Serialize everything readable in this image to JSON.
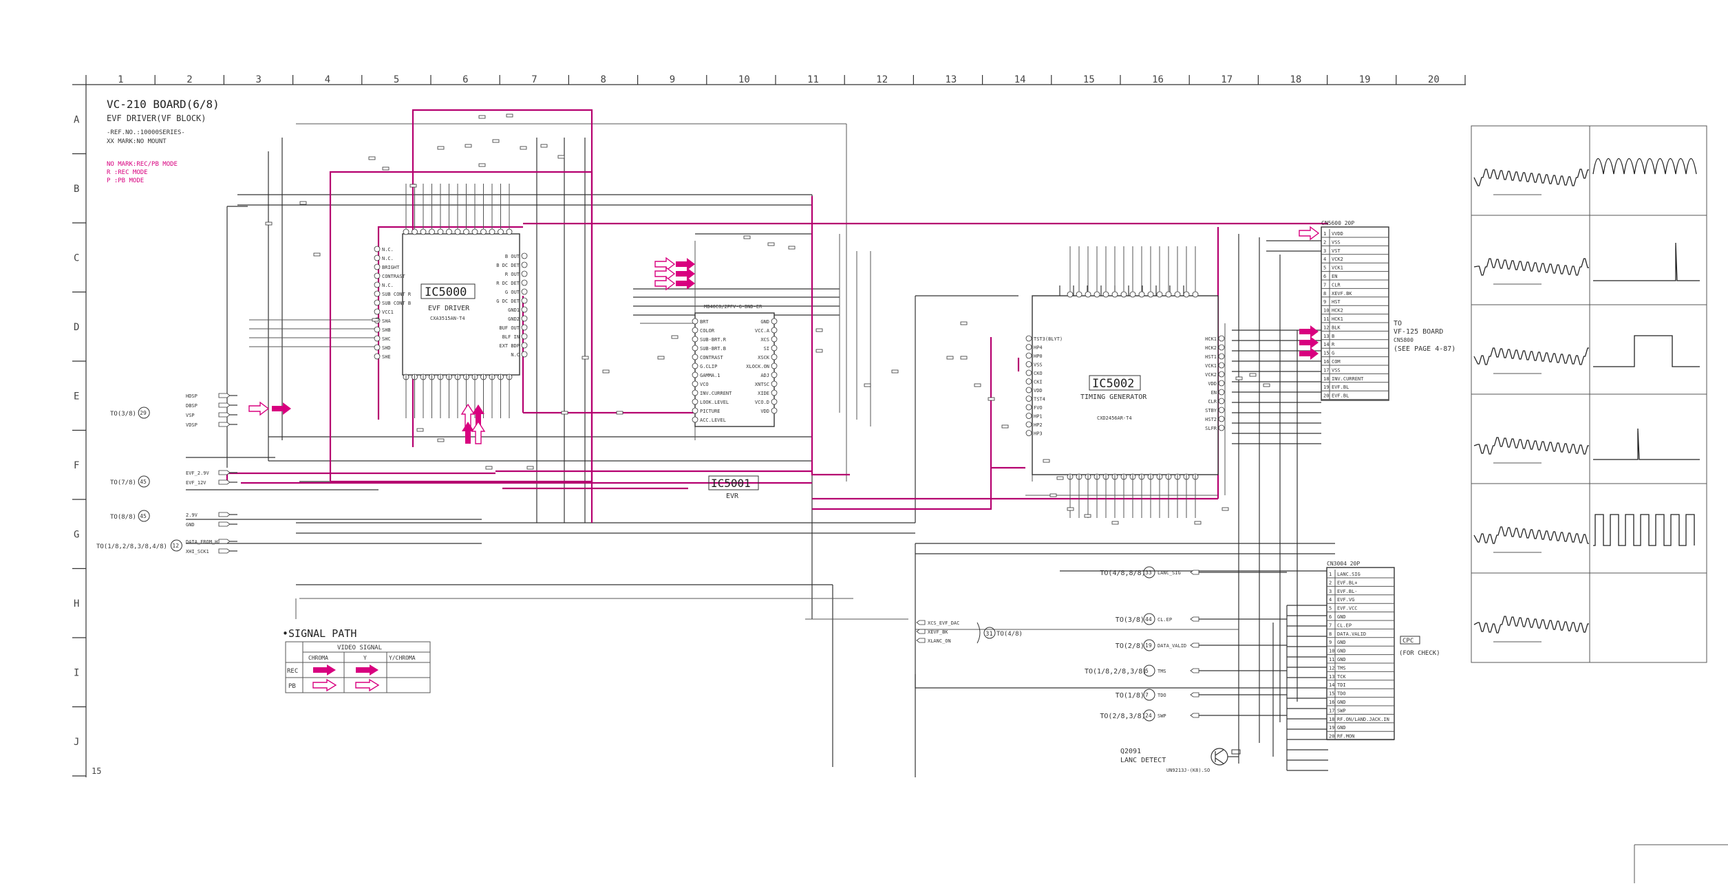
{
  "header": {
    "board_title": "VC-210 BOARD(6/8)",
    "subtitle": "EVF DRIVER(VF BLOCK)",
    "ref_no": "-REF.NO.:10000SERIES-",
    "xx_mark": "XX MARK:NO MOUNT",
    "mark_note_1": "NO MARK:REC/PB MODE",
    "mark_note_2": "R  :REC MODE",
    "mark_note_3": "P  :PB MODE"
  },
  "grid": {
    "columns": [
      "1",
      "2",
      "3",
      "4",
      "5",
      "6",
      "7",
      "8",
      "9",
      "10",
      "11",
      "12",
      "13",
      "14",
      "15",
      "16",
      "17",
      "18",
      "19",
      "20"
    ],
    "rows": [
      "A",
      "B",
      "C",
      "D",
      "E",
      "F",
      "G",
      "H",
      "I",
      "J"
    ]
  },
  "page_number": "15",
  "ics": {
    "ic5000": {
      "ref": "IC5000",
      "name": "EVF DRIVER",
      "part": "CXA3515AN-T4",
      "pins_left": [
        "N.C.",
        "N.C.",
        "BRIGHT",
        "CONTRAST",
        "N.C.",
        "SUB CONT R",
        "SUB CONT B",
        "VCC1",
        "SHA",
        "SHB",
        "SHC",
        "SHD",
        "SHE"
      ],
      "pins_right": [
        "B OUT",
        "B DC DET",
        "R OUT",
        "R DC DET",
        "G OUT",
        "G DC DET",
        "GND1",
        "GND2",
        "BUF OUT",
        "BLF IN",
        "EXT BDP",
        "N.C"
      ]
    },
    "ic5001": {
      "ref": "IC5001",
      "name": "EVR",
      "part": "MB40C0/2PFV-G-BND-ER",
      "pins_left": [
        "BRT",
        "COLOR",
        "SUB-BRT.R",
        "SUB-BRT.B",
        "CONTRAST",
        "G.CLIP",
        "GAMMA.1",
        "VCO",
        "INV.CURRENT",
        "LOOK.LEVEL",
        "PICTURE",
        "ACC.LEVEL"
      ],
      "pins_right": [
        "GND",
        "VCC.A",
        "XCS",
        "SI",
        "XSCK",
        "XLOCK.ON",
        "ADJ",
        "XNTSC",
        "XIDE",
        "VCO.D",
        "VDD"
      ]
    },
    "ic5002": {
      "ref": "IC5002",
      "name": "TIMING GENERATOR",
      "part": "CXD2456AR-T4",
      "pins_left": [
        "TST3(BLYT)",
        "HP4",
        "HP0",
        "VSS",
        "CKO",
        "CKI",
        "VDD",
        "TST4",
        "FVO",
        "HP1",
        "HP2",
        "HP3"
      ],
      "pins_right": [
        "HCK1",
        "HCK2",
        "HST1",
        "VCK1",
        "VCK2",
        "VDD",
        "EN",
        "CLR",
        "STBY",
        "HST2",
        "SLFR"
      ]
    }
  },
  "connectors": {
    "cn5600": {
      "ref": "CN5600 20P",
      "pins": [
        "VVDD",
        "VSS",
        "VST",
        "VCK2",
        "VCK1",
        "EN",
        "CLR",
        "XEVF.BK",
        "HST",
        "HCK2",
        "HCK1",
        "BLK",
        "B",
        "R",
        "G",
        "COM",
        "VSS",
        "INV.CURRENT",
        "EVF.BL",
        "EVF.BL"
      ],
      "dest_1": "TO",
      "dest_2": "VF-125 BOARD",
      "dest_3": "CN5800",
      "dest_4": "(SEE PAGE 4-87)"
    },
    "cn3004": {
      "ref": "CN3004 20P",
      "pins": [
        "LANC.SIG",
        "EVF.BL+",
        "EVF.BL-",
        "EVF.VG",
        "EVF.VCC",
        "GND",
        "CL.EP",
        "DATA.VALID",
        "GND",
        "GND",
        "GND",
        "TMS",
        "TCK",
        "TDI",
        "TDO",
        "GND",
        "SWP",
        "RF.ON/LAND.JACK.IN",
        "GND",
        "RF.MON"
      ],
      "note_1": "CPC",
      "note_2": "(FOR CHECK)"
    }
  },
  "left_inputs": [
    {
      "dest": "TO(3/8)",
      "num": "29",
      "signals": [
        "HDSP",
        "DBSP",
        "VSP",
        "VDSP"
      ]
    },
    {
      "dest": "TO(7/8)",
      "num": "45",
      "signals": [
        "EVF_2.9V",
        "EVF_12V"
      ]
    },
    {
      "dest": "TO(8/8)",
      "num": "45",
      "signals": [
        "2.9V",
        "GND"
      ]
    },
    {
      "dest": "TO(1/8,2/8,3/8,4/8)",
      "num": "12",
      "signals": [
        "DATA_FROM_HI1",
        "XHI_SCK1"
      ]
    }
  ],
  "right_refs": [
    {
      "dest": "TO(4/8,8/8)",
      "num": "33",
      "signal": "LANC_SIG"
    },
    {
      "dest": "TO(3/8)",
      "num": "44",
      "signal": "CL.EP"
    },
    {
      "dest": "TO(2/8)",
      "num": "19",
      "signal": "DATA_VALID"
    },
    {
      "dest": "TO(1/8,2/8,3/8)",
      "num": "5",
      "signal": "TMS"
    },
    {
      "dest": "TO(1/8)",
      "num": "7",
      "signal": "TDO"
    },
    {
      "dest": "TO(2/8,3/8)",
      "num": "24",
      "signal": "SWP"
    }
  ],
  "mid_ref": {
    "dest": "TO(4/8)",
    "num": "31",
    "signals": [
      "XCS_EVF_DAC",
      "XEVF_BK",
      "XLANC_ON"
    ]
  },
  "transistor": {
    "ref": "Q2091",
    "name": "LANC DETECT",
    "part": "UN9213J-(K8).SO"
  },
  "signal_path": {
    "title": "•SIGNAL PATH",
    "header_group": "VIDEO SIGNAL",
    "columns": [
      "CHROMA",
      "Y",
      "Y/CHROMA"
    ],
    "rows": [
      "REC",
      "PB"
    ]
  },
  "colors": {
    "wire": "#333333",
    "rec_path": "#b5006f",
    "voltage_label": "#d8007f",
    "grid": "#666666"
  }
}
